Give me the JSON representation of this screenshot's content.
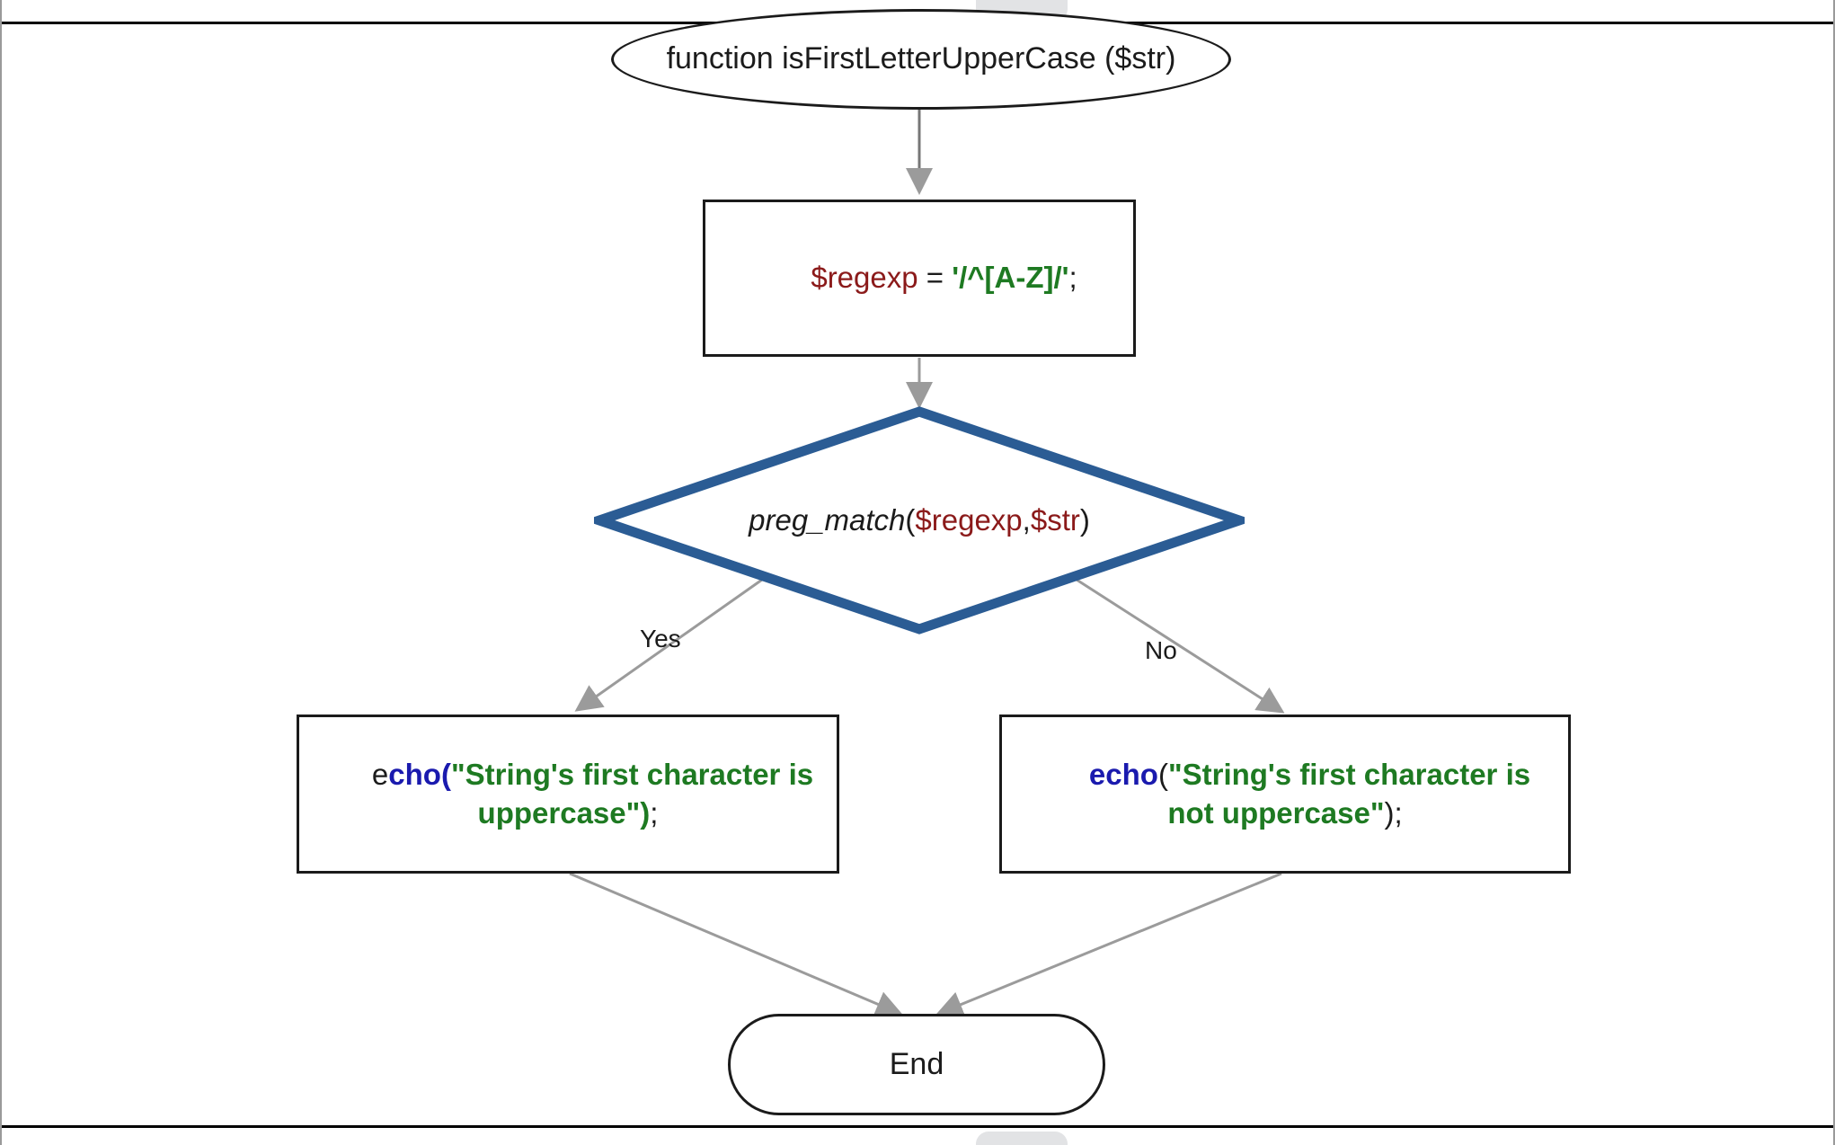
{
  "diagram": {
    "type": "flowchart",
    "title": "isFirstLetterUpperCase flowchart",
    "colors": {
      "node_border": "#1b1b1b",
      "decision_border": "#2b5c94",
      "edge": "#9b9b9b",
      "variable": "#8b1a1a",
      "string": "#1e7a22",
      "keyword": "#1a1aae",
      "plain": "#1b1b1b",
      "background": "#ffffff"
    }
  },
  "nodes": {
    "start": {
      "shape": "ellipse",
      "text": "function isFirstLetterUpperCase ($str)"
    },
    "assign": {
      "shape": "rectangle",
      "tokens": {
        "var": "$regexp",
        "eq": " = ",
        "regex": "'/^[A-Z]/'",
        "semi": ";"
      },
      "full_text": "$regexp = '/^[A-Z]/';"
    },
    "decision": {
      "shape": "diamond",
      "tokens": {
        "fn": "preg_match",
        "open": "(",
        "arg1": "$regexp",
        "comma": ", ",
        "arg2": "$str",
        "close": ")"
      },
      "full_text": "preg_match($regexp, $str)"
    },
    "echo_yes": {
      "shape": "rectangle",
      "tokens": {
        "e": "e",
        "kw": "cho(",
        "str": "\"String's first character is uppercase\")",
        "semi": ";"
      },
      "full_text": "echo(\"String's first character is uppercase\");"
    },
    "echo_no": {
      "shape": "rectangle",
      "tokens": {
        "kw": "echo",
        "open": "(",
        "str": "\"String's first character is not uppercase\"",
        "close": ");"
      },
      "full_text": "echo(\"String's first character is not uppercase\");"
    },
    "end": {
      "shape": "stadium",
      "text": "End"
    }
  },
  "edges": [
    {
      "from": "start",
      "to": "assign",
      "label": ""
    },
    {
      "from": "assign",
      "to": "decision",
      "label": ""
    },
    {
      "from": "decision",
      "to": "echo_yes",
      "label": "Yes"
    },
    {
      "from": "decision",
      "to": "echo_no",
      "label": "No"
    },
    {
      "from": "echo_yes",
      "to": "end",
      "label": ""
    },
    {
      "from": "echo_no",
      "to": "end",
      "label": ""
    }
  ],
  "edge_labels": {
    "yes": "Yes",
    "no": "No"
  }
}
